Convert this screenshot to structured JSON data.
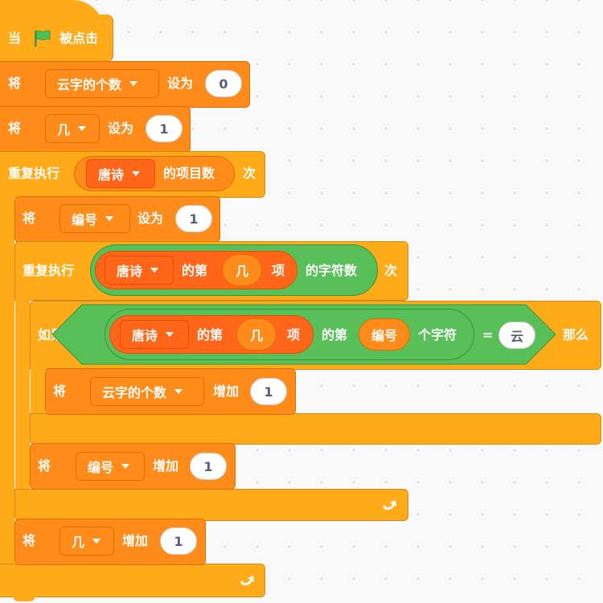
{
  "hat": {
    "label_when": "当",
    "label_clicked": "被点击"
  },
  "set_count": {
    "verb": "将",
    "var": "云字的个数",
    "op": "设为",
    "value": "0"
  },
  "set_ji": {
    "verb": "将",
    "var": "几",
    "op": "设为",
    "value": "1"
  },
  "repeat_outer": {
    "label": "重复执行",
    "list": "唐诗",
    "suffix": "的项目数",
    "times": "次"
  },
  "set_num": {
    "verb": "将",
    "var": "编号",
    "op": "设为",
    "value": "1"
  },
  "repeat_inner": {
    "label": "重复执行",
    "list": "唐诗",
    "item_of": "的第",
    "item_var": "几",
    "item_suffix": "项",
    "length_of": "的字符数",
    "times": "次"
  },
  "if_block": {
    "label": "如果",
    "list": "唐诗",
    "item_of": "的第",
    "item_var": "几",
    "item_suffix": "项",
    "letter_of": "的第",
    "letter_var": "编号",
    "letter_suffix": "个字符",
    "equals": "=",
    "compare_value": "云",
    "then": "那么"
  },
  "change_count": {
    "verb": "将",
    "var": "云字的个数",
    "op": "增加",
    "value": "1"
  },
  "change_num": {
    "verb": "将",
    "var": "编号",
    "op": "增加",
    "value": "1"
  },
  "change_ji": {
    "verb": "将",
    "var": "几",
    "op": "增加",
    "value": "1"
  },
  "icons": {
    "flag": "green-flag-icon",
    "loop": "loop-arrow-icon",
    "dropdown": "dropdown-caret-icon"
  },
  "colors": {
    "control": "#FFAB19",
    "variable": "#FF8C1A",
    "list": "#FF661A",
    "operator": "#59C059"
  }
}
